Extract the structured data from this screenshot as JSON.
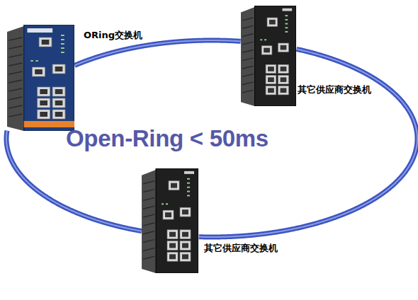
{
  "diagram": {
    "nodes": [
      {
        "text": [
          "ORing交换机"
        ]
      },
      {
        "text": [
          "其它供应商交换机"
        ]
      },
      {
        "text": [
          "其它供应商交换机"
        ]
      }
    ],
    "edges": [
      {
        "from": 0,
        "to": 1,
        "arrow": "none"
      },
      {
        "from": 1,
        "to": 2,
        "arrow": "none"
      },
      {
        "from": 2,
        "to": 0,
        "arrow": "none"
      }
    ],
    "labels": [
      "Open-Ring < 50ms"
    ]
  }
}
